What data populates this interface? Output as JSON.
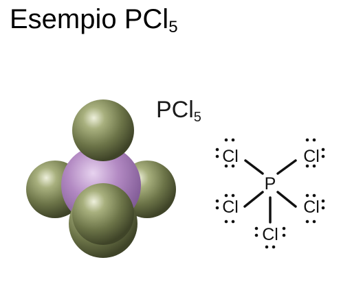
{
  "title": {
    "main": "Esempio PCl",
    "subscript": "5"
  },
  "figure_label": {
    "main": "PCl",
    "subscript": "5"
  },
  "lewis_structure": {
    "central_atom": "P",
    "ligands": [
      "Cl",
      "Cl",
      "Cl",
      "Cl",
      "Cl"
    ]
  },
  "colors": {
    "phosphorus": "#a97fb8",
    "chlorine": "#717a52",
    "bond": "#111111"
  }
}
